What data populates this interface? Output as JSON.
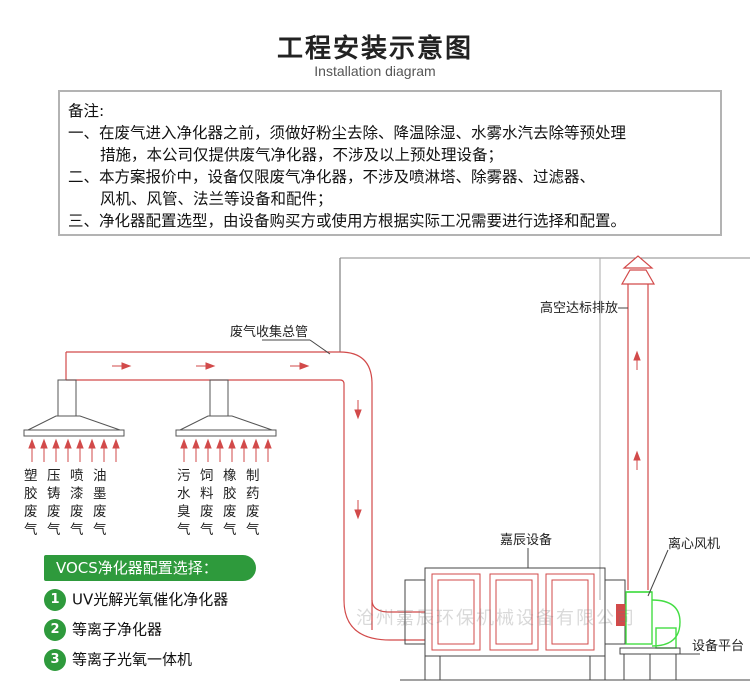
{
  "title": "工程安装示意图",
  "subtitle": "Installation diagram",
  "notes": {
    "heading": "备注:",
    "line1": "一、在废气进入净化器之前，须做好粉尘去除、降温除湿、水雾水汽去除等预处理",
    "line1b": "措施，本公司仅提供废气净化器，不涉及以上预处理设备；",
    "line2": "二、本方案报价中，设备仅限废气净化器，不涉及喷淋塔、除雾器、过滤器、",
    "line2b": "风机、风管、法兰等设备和配件；",
    "line3": "三、净化器配置选型，由设备购买方或使用方根据实际工况需要进行选择和配置。"
  },
  "labels": {
    "duct": "废气收集总管",
    "stack": "高空达标排放",
    "purifier": "嘉辰设备",
    "fan": "离心风机",
    "platform": "设备平台"
  },
  "sources_left": [
    [
      "塑",
      "胶",
      "废",
      "气"
    ],
    [
      "压",
      "铸",
      "废",
      "气"
    ],
    [
      "喷",
      "漆",
      "废",
      "气"
    ],
    [
      "油",
      "墨",
      "废",
      "气"
    ]
  ],
  "sources_right": [
    [
      "污",
      "水",
      "臭",
      "气"
    ],
    [
      "饲",
      "料",
      "废",
      "气"
    ],
    [
      "橡",
      "胶",
      "废",
      "气"
    ],
    [
      "制",
      "药",
      "废",
      "气"
    ]
  ],
  "config": {
    "heading": "VOCS净化器配置选择：",
    "options": [
      {
        "num": "1",
        "label": "UV光解光氧催化净化器"
      },
      {
        "num": "2",
        "label": "等离子净化器"
      },
      {
        "num": "3",
        "label": "等离子光氧一体机"
      }
    ]
  },
  "watermark": "沧州嘉辰环保机械设备有限公司",
  "colors": {
    "pipe": "#d24a4a",
    "line": "#444444",
    "green": "#2e9a3c",
    "fan": "#44dd44"
  }
}
